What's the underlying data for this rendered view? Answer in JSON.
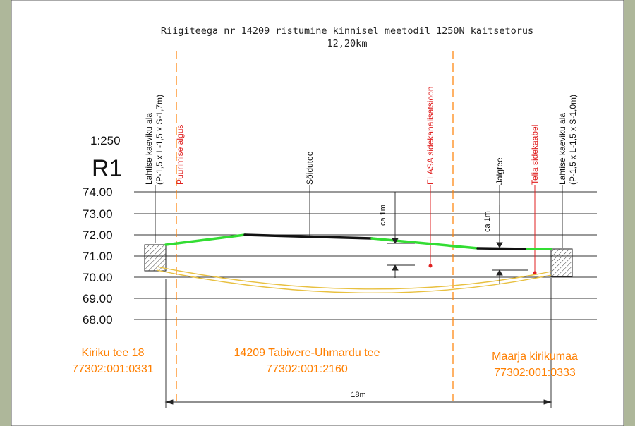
{
  "title_line1": "Riigiteega nr 14209 ristumine kinnisel meetodil 1250N kaitsetorus",
  "title_line2": "12,20km",
  "scale": "1:250",
  "section_id": "R1",
  "y_ticks": [
    "74.00",
    "73.00",
    "72.00",
    "71.00",
    "70.00",
    "69.00",
    "68.00"
  ],
  "vlabels": {
    "left_dig_1": "Lahtise kaeviku ala",
    "left_dig_2": "(P-1,5 x L-1,5 x S-1,7m)",
    "drill_start": "Puurimise algus",
    "carriageway": "Sõidutee",
    "elasa": "ELASA sidekanalisatsioon",
    "footway": "Jalgtee",
    "telia": "Telia sidekaabel",
    "right_dig_1": "Lahtise kaeviku ala",
    "right_dig_2": "(P-1,5 x L-1,5 x S-1,0m)",
    "ca1": "ca 1m",
    "ca2": "ca 1m"
  },
  "parcels": {
    "left_name": "Kiriku tee 18",
    "left_code": "77302:001:0331",
    "mid_name": "14209 Tabivere-Uhmardu tee",
    "mid_code": "77302:001:2160",
    "right_name": "Maarja kirikumaa",
    "right_code": "77302:001:0333"
  },
  "dimension": "18m",
  "colors": {
    "orange": "#ff7f00",
    "red": "#e02020",
    "green": "#33dd33",
    "pipe": "#e8c040",
    "frame_bg": "#b9c2a6"
  }
}
